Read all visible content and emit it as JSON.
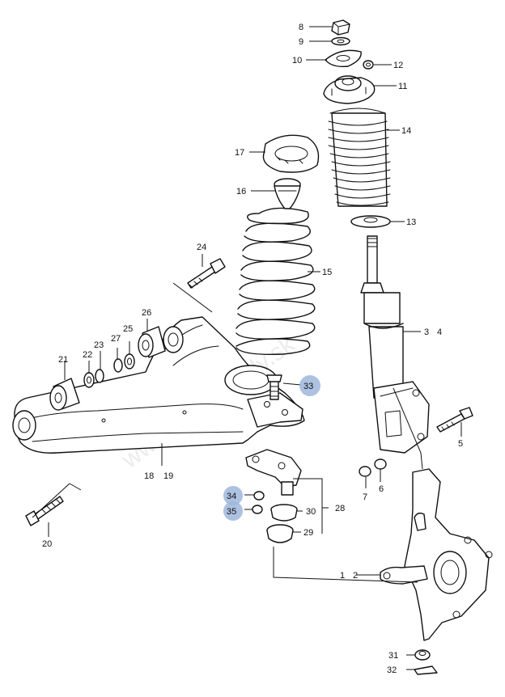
{
  "watermark": "www.suzukidiely.sk",
  "highlight_color": "#9fb6dc",
  "callouts": {
    "p1": "1",
    "p2": "2",
    "p3": "3",
    "p4": "4",
    "p5": "5",
    "p6": "6",
    "p7": "7",
    "p8": "8",
    "p9": "9",
    "p10": "10",
    "p11": "11",
    "p12": "12",
    "p13": "13",
    "p14": "14",
    "p15": "15",
    "p16": "16",
    "p17": "17",
    "p18": "18",
    "p19": "19",
    "p20": "20",
    "p21": "21",
    "p22": "22",
    "p23": "23",
    "p24": "24",
    "p25": "25",
    "p26": "26",
    "p27": "27",
    "p28": "28",
    "p29": "29",
    "p30": "30",
    "p31": "31",
    "p32": "32",
    "p33": "33",
    "p34": "34",
    "p35": "35"
  }
}
